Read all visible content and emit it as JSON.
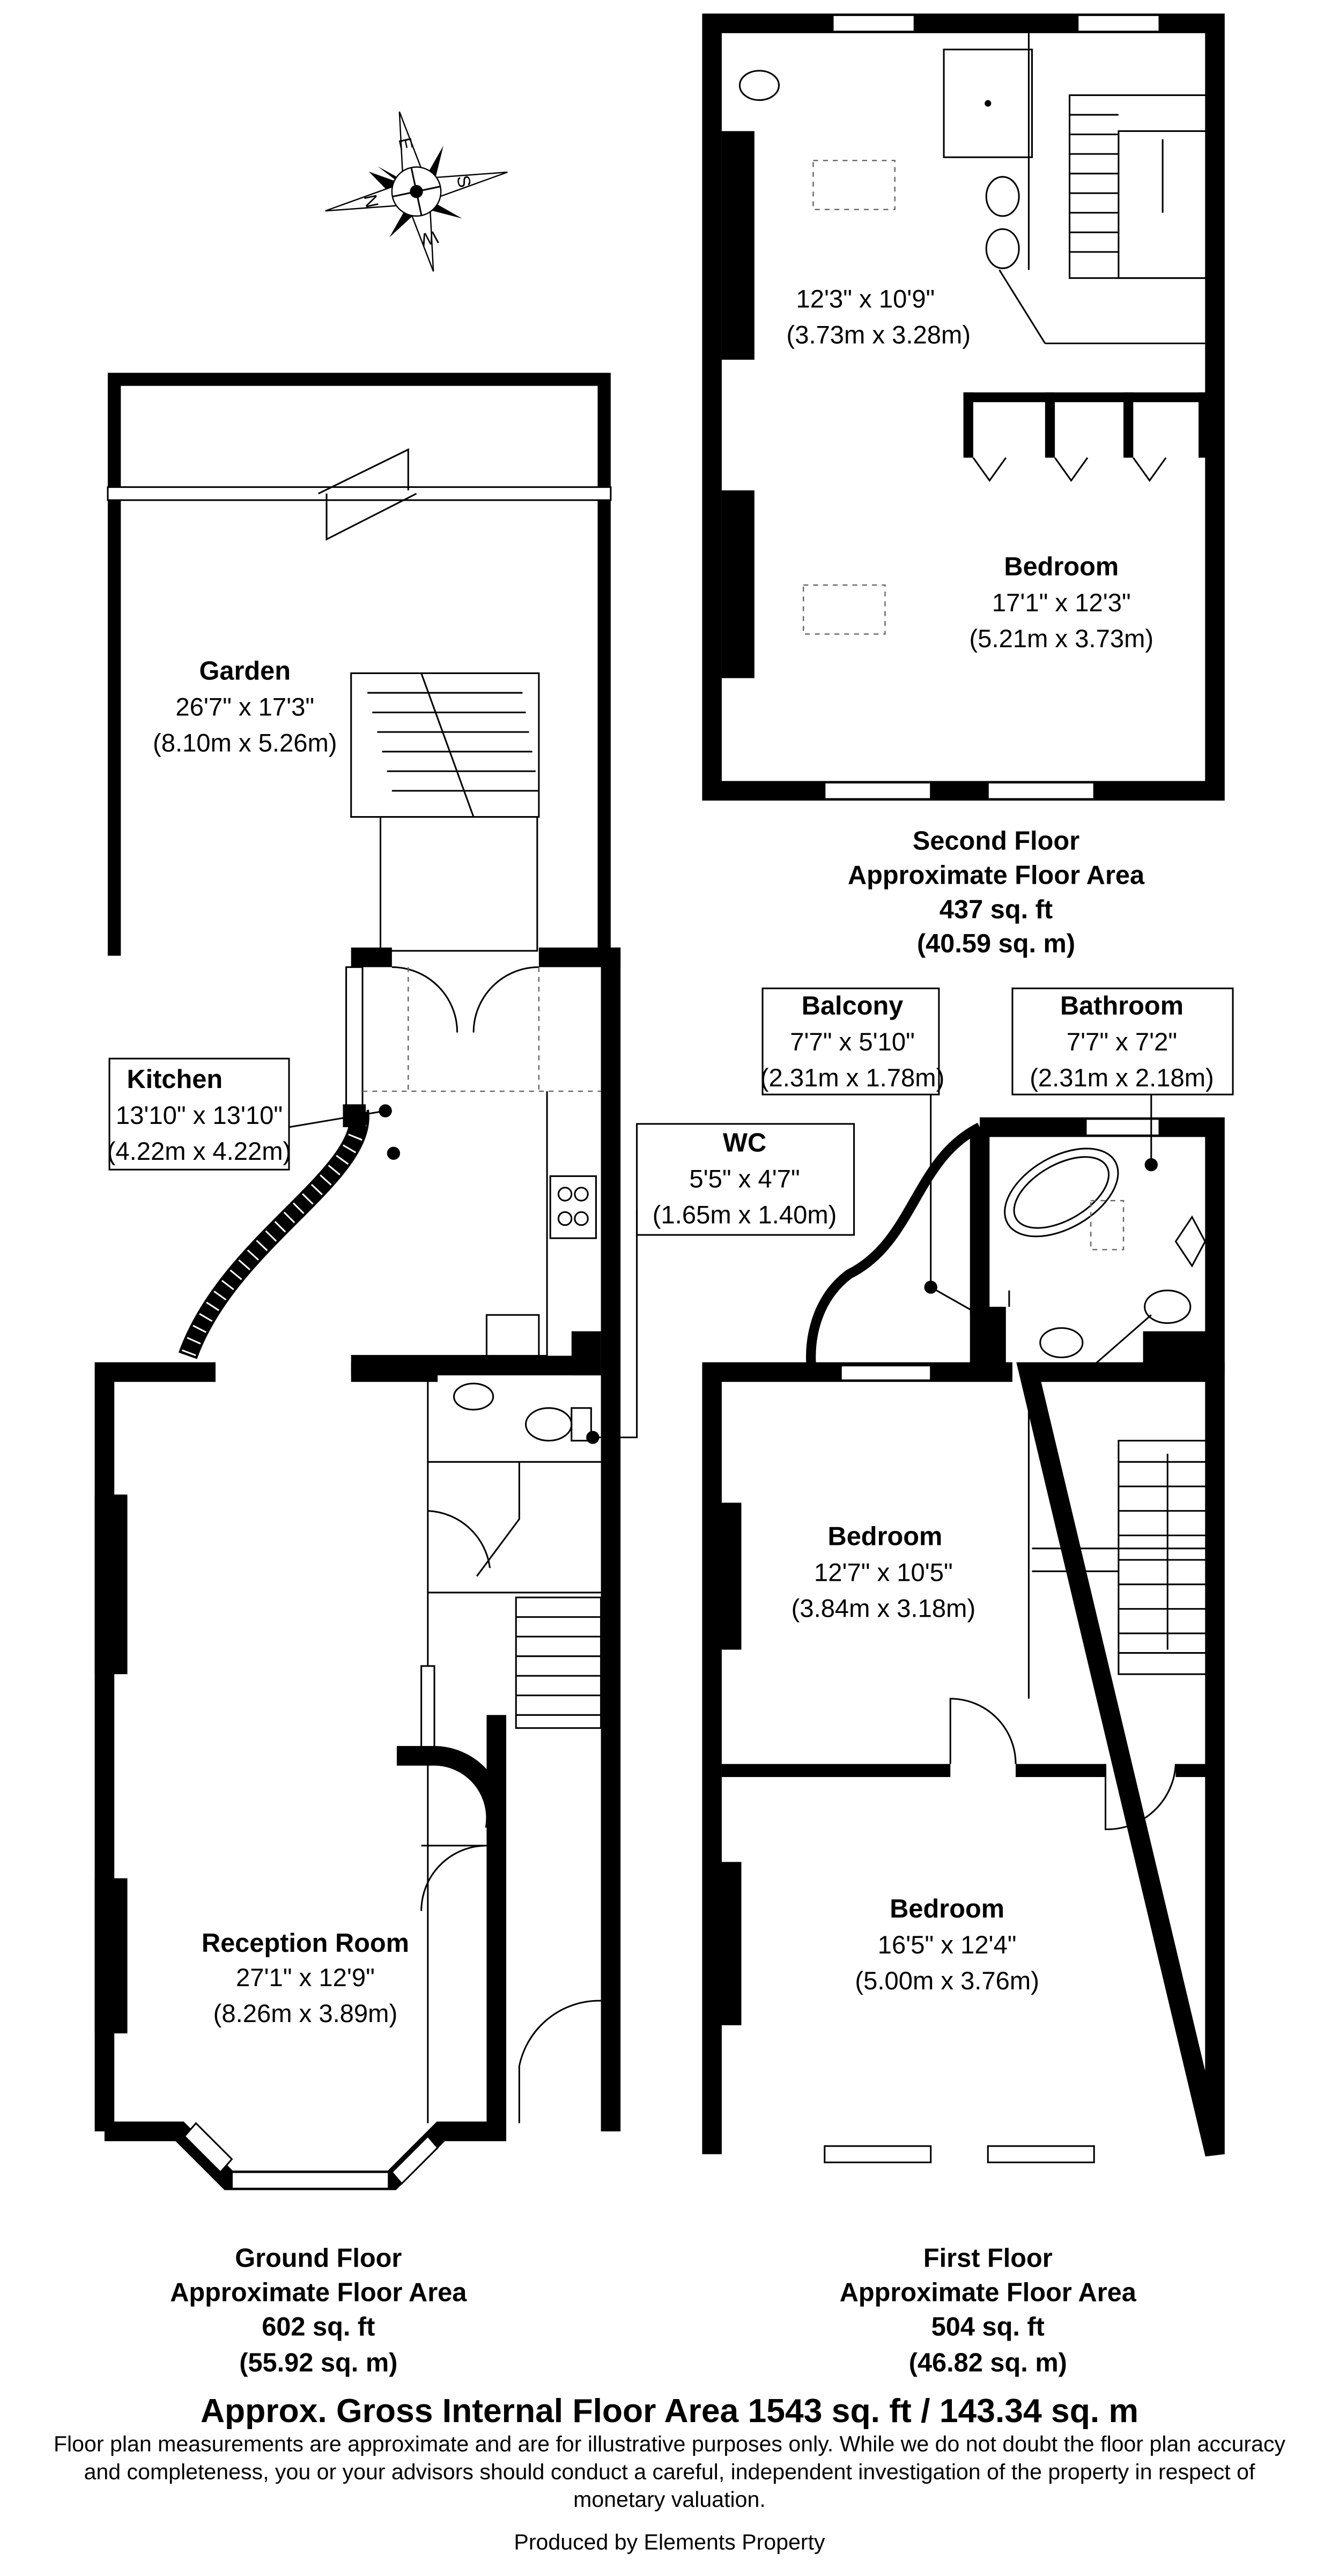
{
  "compass": {
    "labels": [
      "N",
      "E",
      "S",
      "W"
    ]
  },
  "second_floor": {
    "rooms": [
      {
        "name": "",
        "dims_imperial": "12'3\" x 10'9\"",
        "dims_metric": "(3.73m x 3.28m)"
      },
      {
        "name": "Bedroom",
        "dims_imperial": "17'1\" x 12'3\"",
        "dims_metric": "(5.21m x 3.73m)"
      }
    ],
    "caption": {
      "title": "Second Floor",
      "subtitle": "Approximate Floor Area",
      "area_sqft": "437 sq. ft",
      "area_sqm": "(40.59 sq. m)"
    }
  },
  "ground_floor": {
    "rooms": [
      {
        "name": "Garden",
        "dims_imperial": "26'7\" x 17'3\"",
        "dims_metric": "(8.10m x 5.26m)"
      },
      {
        "name": "Kitchen",
        "dims_imperial": "13'10\" x 13'10\"",
        "dims_metric": "(4.22m x 4.22m)"
      },
      {
        "name": "WC",
        "dims_imperial": "5'5\" x 4'7\"",
        "dims_metric": "(1.65m x 1.40m)"
      },
      {
        "name": "Reception Room",
        "dims_imperial": "27'1\" x 12'9\"",
        "dims_metric": "(8.26m x 3.89m)"
      }
    ],
    "caption": {
      "title": "Ground Floor",
      "subtitle": "Approximate Floor Area",
      "area_sqft": "602 sq. ft",
      "area_sqm": "(55.92 sq. m)"
    }
  },
  "first_floor": {
    "rooms": [
      {
        "name": "Balcony",
        "dims_imperial": "7'7\" x 5'10\"",
        "dims_metric": "(2.31m x 1.78m)"
      },
      {
        "name": "Bathroom",
        "dims_imperial": "7'7\" x 7'2\"",
        "dims_metric": "(2.31m x 2.18m)"
      },
      {
        "name": "Bedroom",
        "dims_imperial": "12'7\" x 10'5\"",
        "dims_metric": "(3.84m x 3.18m)"
      },
      {
        "name": "Bedroom",
        "dims_imperial": "16'5\" x 12'4\"",
        "dims_metric": "(5.00m x 3.76m)"
      }
    ],
    "caption": {
      "title": "First Floor",
      "subtitle": "Approximate Floor Area",
      "area_sqft": "504 sq. ft",
      "area_sqm": "(46.82 sq. m)"
    }
  },
  "footer": {
    "total": "Approx. Gross Internal Floor Area 1543 sq. ft / 143.34 sq. m",
    "disclaimer": [
      "Floor plan measurements are approximate and are for illustrative purposes only. While we do not doubt the floor plan accuracy",
      "and completeness, you or your advisors should conduct a careful, independent investigation of the property in respect of",
      "monetary valuation."
    ],
    "credit": "Produced by Elements Property"
  },
  "colors": {
    "walls": "#000000",
    "background": "#ffffff"
  }
}
